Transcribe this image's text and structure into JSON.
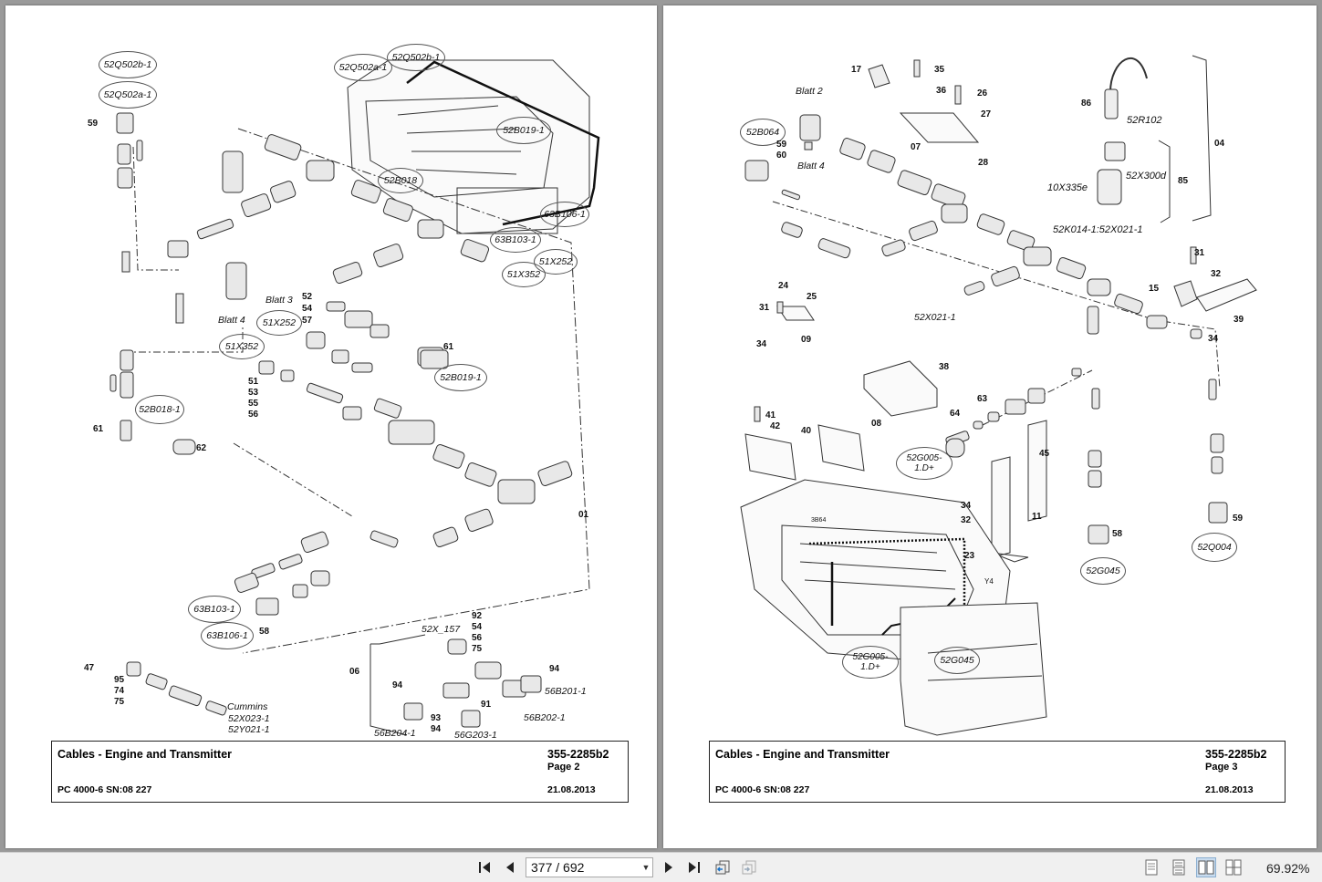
{
  "pages": [
    {
      "title": "Cables - Engine and Transmitter",
      "doc_number": "355-2285b2",
      "page_label": "Page 2",
      "model": "PC 4000-6 SN:08 227",
      "date": "21.08.2013",
      "callouts": [
        "52Q502b-1",
        "52Q502a-1",
        "52Q502a-1",
        "52Q502b-1",
        "52B019-1",
        "52B018",
        "63B106-1",
        "63B103-1",
        "51X252",
        "51X352",
        "51X252",
        "51X352",
        "52B019-1",
        "52B018-1",
        "63B103-1",
        "63B106-1"
      ],
      "numbers": [
        "59",
        "61",
        "62",
        "52",
        "54",
        "57",
        "51",
        "53",
        "55",
        "56",
        "61",
        "01",
        "58",
        "47",
        "95",
        "74",
        "75",
        "06",
        "92",
        "54",
        "56",
        "75",
        "94",
        "94",
        "91",
        "93",
        "94"
      ],
      "notes": [
        "Blatt 3",
        "Blatt 4",
        "Cummins",
        "52X023-1",
        "52Y021-1",
        "52X_157",
        "56B201-1",
        "56B202-1",
        "56B204-1",
        "56G203-1"
      ]
    },
    {
      "title": "Cables - Engine and Transmitter",
      "doc_number": "355-2285b2",
      "page_label": "Page 3",
      "model": "PC 4000-6 SN:08 227",
      "date": "21.08.2013",
      "callouts": [
        "52B064",
        "52G005-1.D+",
        "52G045",
        "52Q004",
        "52G005-1.D+",
        "52G045"
      ],
      "numbers": [
        "17",
        "35",
        "36",
        "26",
        "27",
        "07",
        "28",
        "86",
        "04",
        "85",
        "59",
        "60",
        "31",
        "32",
        "15",
        "39",
        "24",
        "25",
        "31",
        "09",
        "34",
        "34",
        "38",
        "64",
        "63",
        "45",
        "40",
        "08",
        "41",
        "42",
        "34",
        "32",
        "11",
        "23",
        "58",
        "59"
      ],
      "notes": [
        "Blatt 2",
        "Blatt 4",
        "52R102",
        "52X300d",
        "10X335e",
        "52K014-1:52X021-1",
        "52X021-1",
        "3B64",
        "Y4"
      ]
    }
  ],
  "toolbar": {
    "page_current": "377",
    "page_total": "692",
    "page_display": "377 / 692",
    "zoom": "69.92%",
    "icons": [
      "first-page-icon",
      "prev-page-icon",
      "next-page-icon",
      "last-page-icon",
      "go-back-icon",
      "go-forward-icon",
      "single-page-icon",
      "continuous-page-icon",
      "two-page-icon",
      "two-page-scroll-icon"
    ]
  }
}
